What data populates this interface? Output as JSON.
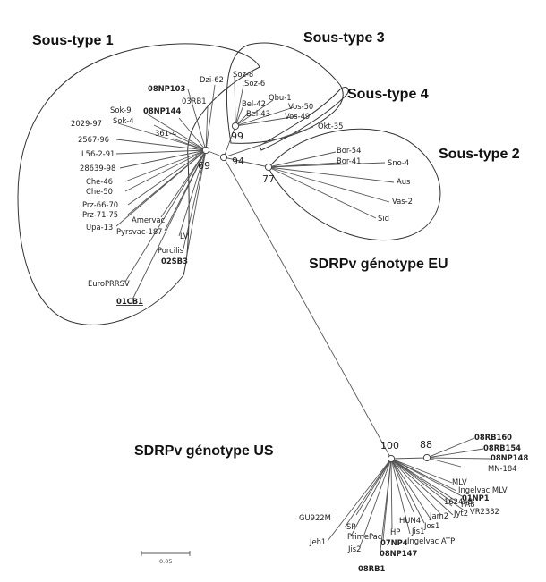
{
  "subtype_labels": {
    "s1": "Sous-type 1",
    "s2": "Sous-type 2",
    "s3": "Sous-type 3",
    "s4": "Sous-type 4"
  },
  "genotype_labels": {
    "eu": "SDRPv génotype EU",
    "us": "SDRPv génotype US"
  },
  "bootstrap": {
    "n69": "69",
    "n94": "94",
    "n99": "99",
    "n77": "77",
    "n100": "100",
    "n88": "88"
  },
  "scale_bar_label": "0.05",
  "leaves": {
    "dzi62": "Dzi-62",
    "np103": "08NP103",
    "rb1_03": "03RB1",
    "np144": "08NP144",
    "sok9": "Sok-9",
    "sok4": "Sok-4",
    "s3614": "361-4",
    "s2029": "2029-97",
    "s2567": "2567-96",
    "l56": "L56-2-91",
    "s28639": "28639-98",
    "che46": "Che-46",
    "che50": "Che-50",
    "prz66": "Prz-66-70",
    "prz71": "Prz-71-75",
    "amervac": "Amervac",
    "upa13": "Upa-13",
    "pyrsvac": "Pyrsvac-187",
    "lv": "LV",
    "porcilis": "Porcilis",
    "sb3": "02SB3",
    "europrrsv": "EuroPRRSV",
    "cb1": "01CB1",
    "soz8": "Soz-8",
    "soz6": "Soz-6",
    "bel42": "Bel-42",
    "bel43": "Bel-43",
    "obu1": "Obu-1",
    "vos50": "Vos-50",
    "vos49": "Vos-49",
    "okt35": "Okt-35",
    "bor54": "Bor-54",
    "bor41": "Bor-41",
    "sno4": "Sno-4",
    "aus": "Aus",
    "vas2": "Vas-2",
    "sid": "Sid",
    "rb160": "08RB160",
    "rb154": "08RB154",
    "np148": "08NP148",
    "mn184": "MN-184",
    "mlv": "MLV",
    "ingelvac_mlv": "Ingelvac MLV",
    "np1": "01NP1",
    "pa8": "PA8",
    "f6244b": "16244B",
    "vr2332": "VR2332",
    "jyt2": "Jyt2",
    "jam2": "Jam2",
    "jos1": "Jos1",
    "hun4": "HUN4",
    "jis1": "Jis1",
    "ingelvac_atp": "Ingelvac ATP",
    "gu922m": "GU922M",
    "sp": "SP",
    "primepac": "PrimePac",
    "hp": "HP",
    "jeh1": "Jeh1",
    "np4": "07NP4",
    "jis2": "Jis2",
    "np147": "08NP147",
    "rb1_08": "08RB1"
  }
}
